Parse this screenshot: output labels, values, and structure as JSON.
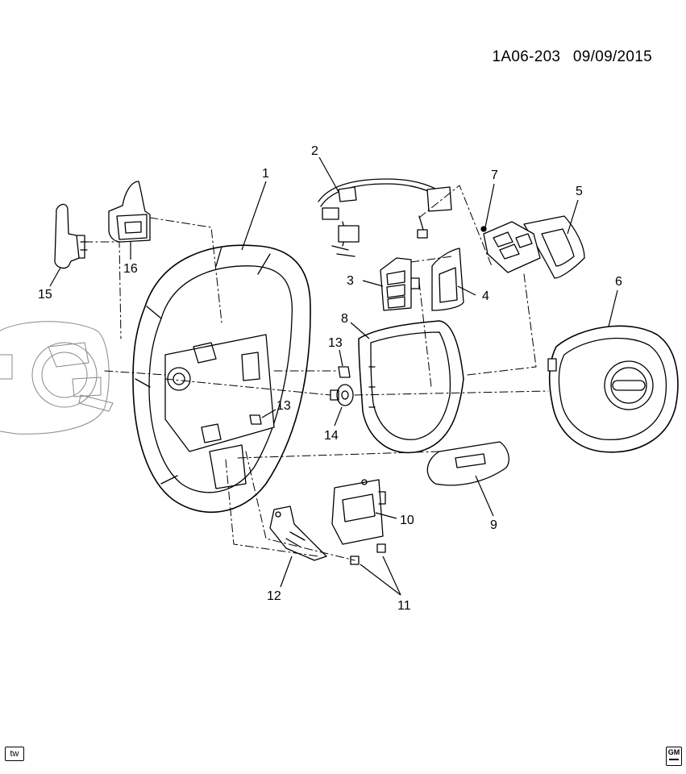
{
  "header": {
    "diagram_code": "1A06-203",
    "date": "09/09/2015"
  },
  "callouts": [
    {
      "id": "c1",
      "label": "1"
    },
    {
      "id": "c2",
      "label": "2"
    },
    {
      "id": "c3",
      "label": "3"
    },
    {
      "id": "c4",
      "label": "4"
    },
    {
      "id": "c5",
      "label": "5"
    },
    {
      "id": "c6",
      "label": "6"
    },
    {
      "id": "c7",
      "label": "7"
    },
    {
      "id": "c8",
      "label": "8"
    },
    {
      "id": "c9",
      "label": "9"
    },
    {
      "id": "c10",
      "label": "10"
    },
    {
      "id": "c11",
      "label": "11"
    },
    {
      "id": "c12",
      "label": "12"
    },
    {
      "id": "c13a",
      "label": "13"
    },
    {
      "id": "c13b",
      "label": "13"
    },
    {
      "id": "c14",
      "label": "14"
    },
    {
      "id": "c15",
      "label": "15"
    },
    {
      "id": "c16",
      "label": "16"
    }
  ],
  "footer": {
    "tw_badge": "tw",
    "gm_logo": "GM"
  },
  "colors": {
    "line": "#000000",
    "background": "#ffffff",
    "part_fill": "#ffffff",
    "shade": "#e6e6e6"
  }
}
